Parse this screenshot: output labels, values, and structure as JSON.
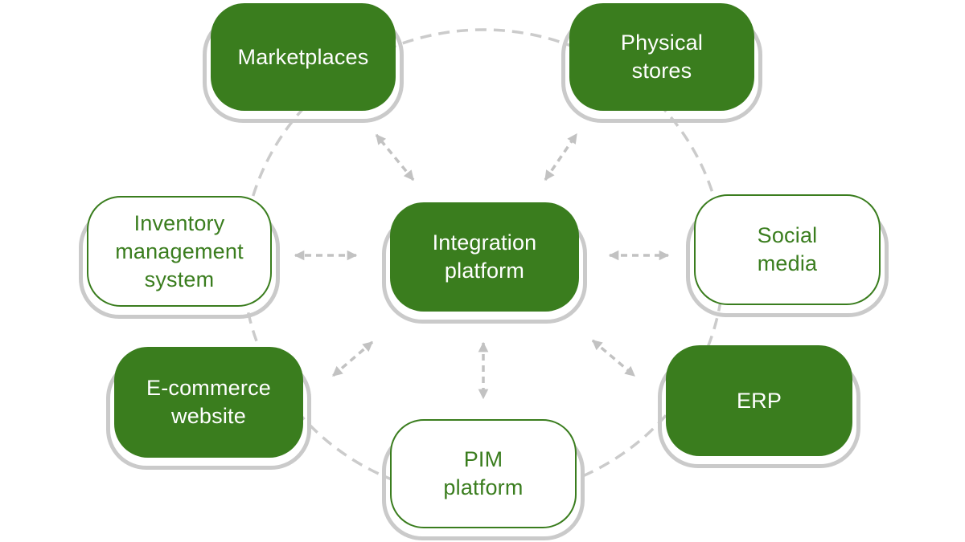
{
  "diagram": {
    "type": "hub-and-spoke",
    "hub": "Integration platform",
    "colors": {
      "node_fill_green": "#3a7d1e",
      "node_text_on_green": "#ffffff",
      "node_outline_green": "#3a7d1e",
      "node_text_green": "#3a7d1e",
      "connector_gray": "#c2c2c2",
      "ring_gray": "#cbcbcb",
      "shadow_gray": "#cacaca",
      "background": "#ffffff"
    },
    "nodes": [
      {
        "id": "marketplaces",
        "label": "Marketplaces",
        "variant": "solid-green"
      },
      {
        "id": "physical-stores",
        "label": "Physical\nstores",
        "variant": "solid-green"
      },
      {
        "id": "inventory-management",
        "label": "Inventory\nmanagement\nsystem",
        "variant": "outline"
      },
      {
        "id": "integration-platform",
        "label": "Integration\nplatform",
        "variant": "solid-green"
      },
      {
        "id": "social-media",
        "label": "Social\nmedia",
        "variant": "outline"
      },
      {
        "id": "ecommerce-website",
        "label": "E-commerce\nwebsite",
        "variant": "solid-green"
      },
      {
        "id": "erp",
        "label": "ERP",
        "variant": "solid-green"
      },
      {
        "id": "pim-platform",
        "label": "PIM\nplatform",
        "variant": "outline"
      }
    ],
    "connections": [
      {
        "from": "integration-platform",
        "to": "marketplaces",
        "bidirectional": true,
        "style": "dashed"
      },
      {
        "from": "integration-platform",
        "to": "physical-stores",
        "bidirectional": true,
        "style": "dashed"
      },
      {
        "from": "integration-platform",
        "to": "inventory-management",
        "bidirectional": true,
        "style": "dashed"
      },
      {
        "from": "integration-platform",
        "to": "social-media",
        "bidirectional": true,
        "style": "dashed"
      },
      {
        "from": "integration-platform",
        "to": "ecommerce-website",
        "bidirectional": true,
        "style": "dashed"
      },
      {
        "from": "integration-platform",
        "to": "pim-platform",
        "bidirectional": true,
        "style": "dashed"
      },
      {
        "from": "integration-platform",
        "to": "erp",
        "bidirectional": true,
        "style": "dashed"
      }
    ],
    "outer_ring": {
      "style": "dashed",
      "links": [
        "marketplaces",
        "physical-stores",
        "social-media",
        "erp",
        "pim-platform",
        "ecommerce-website",
        "inventory-management"
      ]
    }
  }
}
